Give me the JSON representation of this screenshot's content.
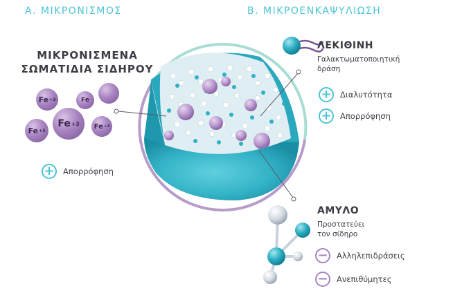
{
  "header": {
    "section_a": "Α. ΜΙΚΡΟΝΙΣΜΟΣ",
    "section_b": "Β. ΜΙΚΡΟΕΝΚΑΨΥΛΙΩΣΗ"
  },
  "left": {
    "title_line1": "ΜΙΚΡΟΝΙΣΜΕΝΑ",
    "title_line2": "ΣΩΜΑΤΙΔΙΑ ΣΙΔΗΡΟΥ",
    "ion_label": "Fe",
    "ion_charge": "+3",
    "benefit": "Απορρόφηση"
  },
  "lecithin": {
    "title": "ΛΕΚΙΘΙΝΗ",
    "desc_line1": "Γαλακτωματοποιητική",
    "desc_line2": "δράση",
    "benefits": [
      "Διαλυτότητα",
      "Απορρόφηση"
    ]
  },
  "starch": {
    "title": "ΑΜΥΛΟ",
    "desc_line1": "Προστατεύει",
    "desc_line2": "τον σίδηρο",
    "reductions": [
      "Αλληλεπιδράσεις",
      "Ανεπιθύμητες"
    ]
  },
  "colors": {
    "teal": "#4bc3d4",
    "purple": "#a883c1",
    "text": "#3c3c46"
  }
}
